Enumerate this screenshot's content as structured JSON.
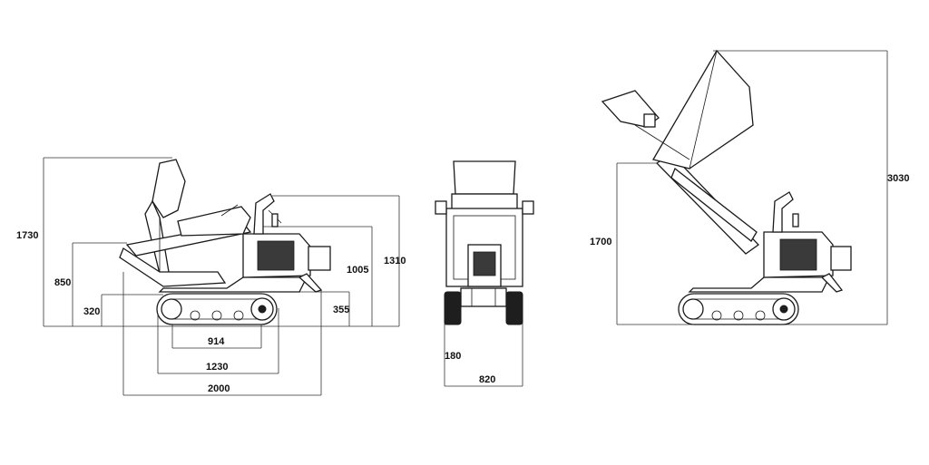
{
  "dimensions": {
    "side_view": {
      "total_height": "1730",
      "bucket_hinge_height": "850",
      "ground_clearance_front": "320",
      "track_length": "914",
      "wheelbase": "1230",
      "overall_length": "2000",
      "rear_clearance": "355",
      "platform_height": "1005",
      "handle_height": "1310"
    },
    "front_view": {
      "ground_clearance": "180",
      "overall_width": "820"
    },
    "tipping_view": {
      "dump_height": "1700",
      "max_height": "3030"
    }
  },
  "colors": {
    "line": "#1a1a1a",
    "dim_line": "#333333",
    "background": "#ffffff"
  }
}
